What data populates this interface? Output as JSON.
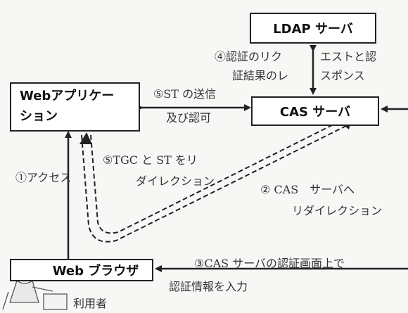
{
  "nodes": {
    "ldap": "LDAP サーバ",
    "cas": "CAS サーバ",
    "webapp_1": "Webアプリケー",
    "webapp_2": "ション",
    "browser": "Web ブラウザ"
  },
  "labels": {
    "step4_line1": "④認証のリク",
    "step4_line2": "エストと認",
    "step4_line3": "証結果のレ",
    "step4_line4": "スポンス",
    "step5_send_1": "⑤ST の送信",
    "step5_send_2": "及び認可",
    "step1": "①アクセス",
    "step5_tgc_1": "⑤TGC と ST をリ",
    "step5_tgc_2": "ダイレクション",
    "step2_1": "② CAS　サーバへ",
    "step2_2": "リダイレクション",
    "step3_1": "③CAS サーバの認証画面上で",
    "step3_2": "認証情報を入力",
    "user": "利用者"
  }
}
